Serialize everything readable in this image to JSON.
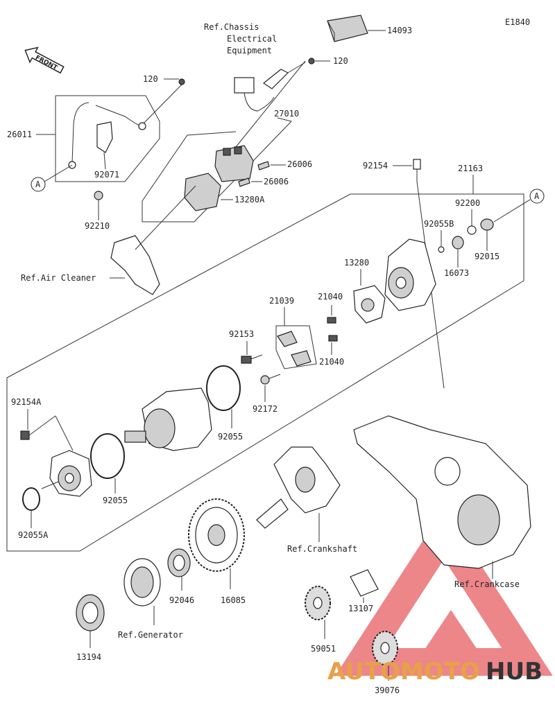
{
  "diagram_code": "E1840",
  "front_label": "FRONT",
  "ref_labels": {
    "chassis_line1": "Ref.Chassis",
    "chassis_line2": "Electrical",
    "chassis_line3": "Equipment",
    "air_cleaner": "Ref.Air Cleaner",
    "crankshaft": "Ref.Crankshaft",
    "crankcase": "Ref.Crankcase",
    "generator": "Ref.Generator"
  },
  "callout": "A",
  "parts": {
    "p14093": "14093",
    "p120a": "120",
    "p120b": "120",
    "p26011": "26011",
    "p27010": "27010",
    "p26006a": "26006",
    "p26006b": "26006",
    "p92071": "92071",
    "p13280A": "13280A",
    "p92210": "92210",
    "p92154": "92154",
    "p21163": "21163",
    "p92200": "92200",
    "p92055B": "92055B",
    "p16073": "16073",
    "p92015": "92015",
    "p13280": "13280",
    "p21039": "21039",
    "p21040a": "21040",
    "p21040b": "21040",
    "p92153": "92153",
    "p92172": "92172",
    "p92154A": "92154A",
    "p92055a": "92055",
    "p92055b": "92055",
    "p92055A": "92055A",
    "p92046": "92046",
    "p16085": "16085",
    "p13107": "13107",
    "p59051": "59051",
    "p13194": "13194",
    "p39076": "39076"
  },
  "watermark": {
    "part1": "AUTOMOTO",
    "part2": "HUB",
    "color_primary": "#e8a04a",
    "color_secondary": "#333333",
    "logo_color": "#e0242a"
  }
}
